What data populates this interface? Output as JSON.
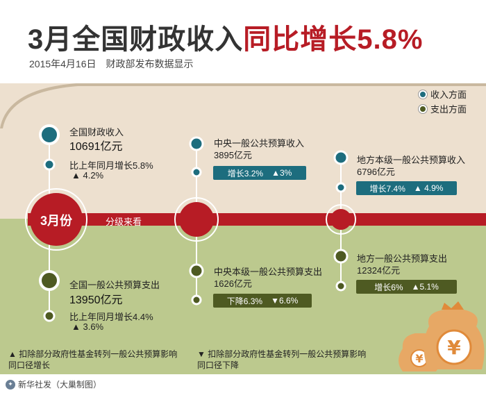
{
  "title": {
    "part1": "3月全国财政收入",
    "part2": "同比增长5.8%"
  },
  "subtitle": "2015年4月16日　财政部发布数据显示",
  "legend": {
    "income": "收入方面",
    "expense": "支出方面"
  },
  "colors": {
    "income": "#1d6d7e",
    "expense": "#4e5a22",
    "accent": "#b71c25"
  },
  "axis": {
    "month": "3月份",
    "label": "分级来看"
  },
  "national": {
    "income_label": "全国财政收入",
    "income_value": "10691亿元",
    "income_growth": "比上年同月增长5.8%",
    "income_adj": "▲ 4.2%",
    "expense_label": "全国一般公共预算支出",
    "expense_value": "13950亿元",
    "expense_growth": "比上年同月增长4.4%",
    "expense_adj": "▲ 3.6%"
  },
  "central": {
    "income_label": "中央一般公共预算收入",
    "income_value": "3895亿元",
    "income_change": "增长3.2%",
    "income_adj": "▲3%",
    "expense_label": "中央本级一般公共预算支出",
    "expense_value": "1626亿元",
    "expense_change": "下降6.3%",
    "expense_adj": "▼6.6%"
  },
  "local": {
    "income_label": "地方本级一般公共预算收入",
    "income_value": "6796亿元",
    "income_change": "增长7.4%",
    "income_adj": "▲ 4.9%",
    "expense_label": "地方一般公共预算支出",
    "expense_value": "12324亿元",
    "expense_change": "增长6%",
    "expense_adj": "▲5.1%"
  },
  "notes": {
    "up": "▲ 扣除部分政府性基金转列一般公共预算影响\n同口径增长",
    "down": "▼ 扣除部分政府性基金转列一般公共预算影响\n同口径下降"
  },
  "money_icon": "yuan-money-bag-icon",
  "credit": "新华社发（大巢制图）",
  "chart_data": {
    "type": "table",
    "columns": [
      "收入方面",
      "支出方面"
    ],
    "rows": [
      {
        "level": "全国",
        "income": 10691,
        "income_growth_pct": 5.8,
        "income_adj_pct": 4.2,
        "expense": 13950,
        "expense_growth_pct": 4.4,
        "expense_adj_pct": 3.6
      },
      {
        "level": "中央",
        "income": 3895,
        "income_growth_pct": 3.2,
        "income_adj_pct": 3,
        "expense": 1626,
        "expense_growth_pct": -6.3,
        "expense_adj_pct": -6.6
      },
      {
        "level": "地方",
        "income": 6796,
        "income_growth_pct": 7.4,
        "income_adj_pct": 4.9,
        "expense": 12324,
        "expense_growth_pct": 6,
        "expense_adj_pct": 5.1
      }
    ],
    "unit": "亿元"
  }
}
